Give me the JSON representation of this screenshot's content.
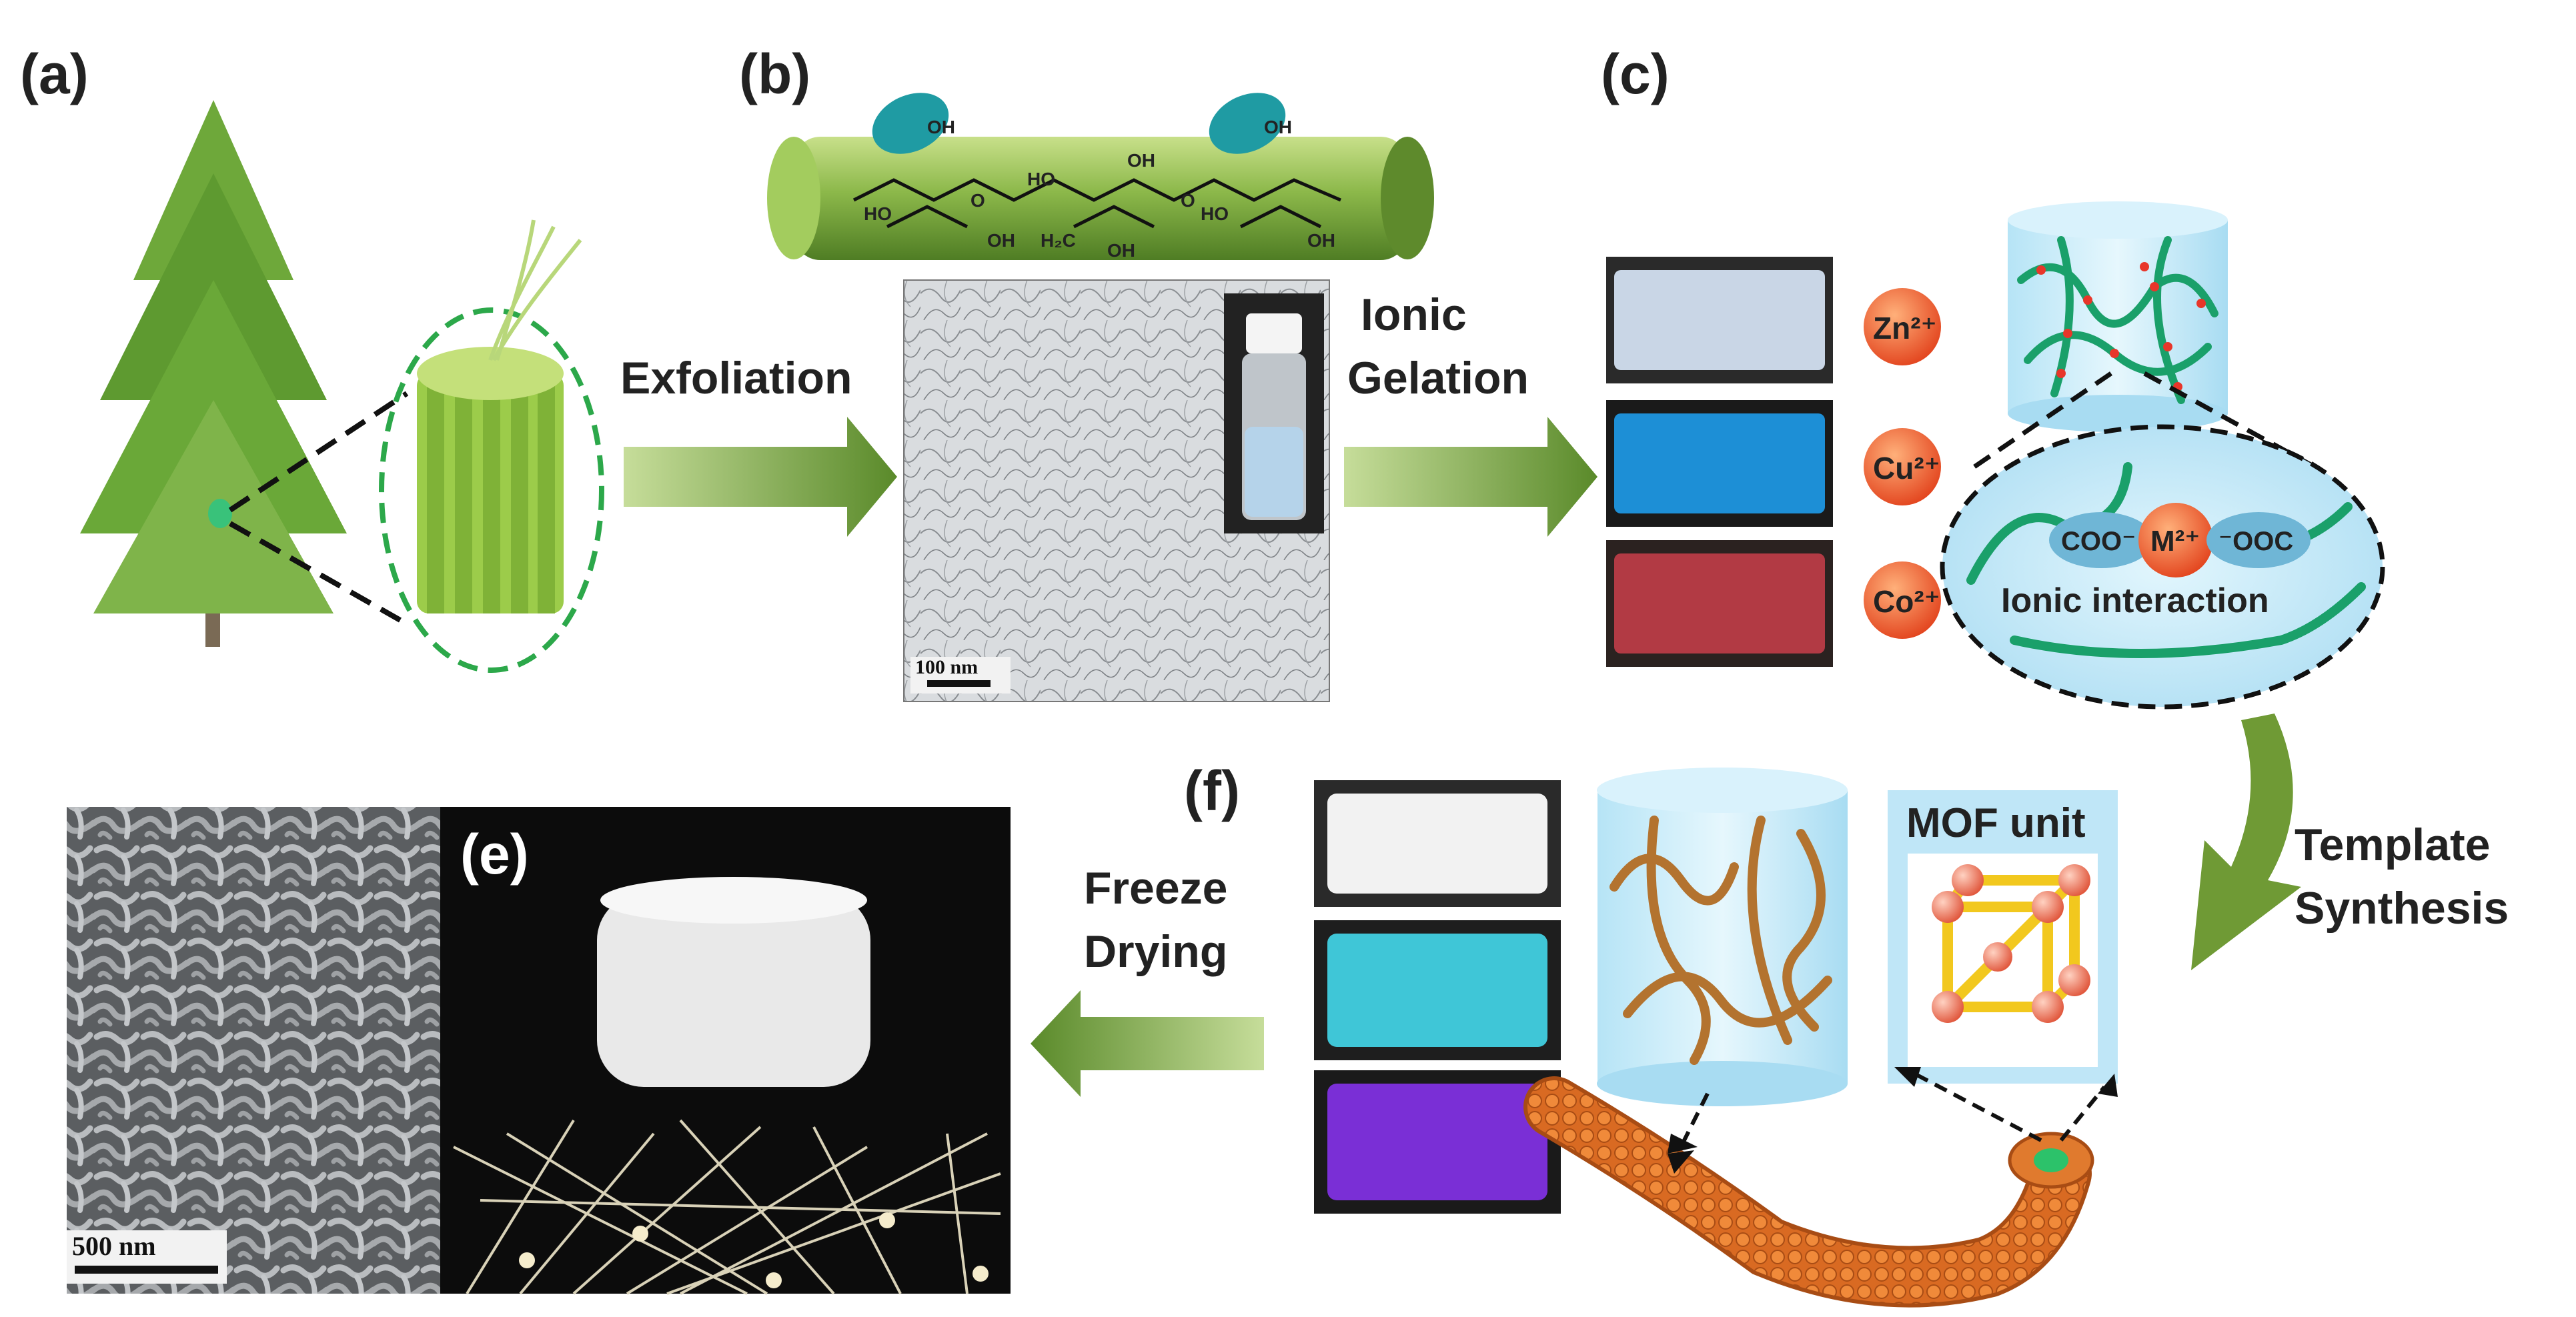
{
  "panels": {
    "a": "(a)",
    "b": "(b)",
    "c": "(c)",
    "e": "(e)",
    "f": "(f)"
  },
  "arrows": {
    "exfoliation": "Exfoliation",
    "ionic": "Ionic",
    "gelation": "Gelation",
    "template": "Template",
    "synthesis": "Synthesis",
    "freeze": "Freeze",
    "drying": "Drying"
  },
  "chemistry": {
    "oh": "OH",
    "ho": "HO",
    "h2c": "H₂C",
    "o": "O"
  },
  "ions": {
    "zn": "Zn²⁺",
    "cu": "Cu²⁺",
    "co": "Co²⁺",
    "m": "M²⁺",
    "coo": "COO⁻",
    "ooc": "⁻OOC",
    "interaction": "Ionic interaction"
  },
  "labels": {
    "mof_unit": "MOF unit",
    "scale_b": "100 nm",
    "scale_e": "500 nm"
  },
  "colors": {
    "green": "#8cc63f",
    "dark_green": "#3e6b1f",
    "arrow_green": "#6f9a35",
    "cyan_bg": "#cfeefb",
    "copper": "#d9742a",
    "ion_orange": "#e8562a",
    "zn_gel": "#c9d6e6",
    "cu_gel": "#1d8fd6",
    "co_gel": "#b23a44",
    "zn_aerogel": "#f2f2f2",
    "cu_aerogel": "#3fc6d7",
    "co_aerogel": "#7a2fd6"
  }
}
